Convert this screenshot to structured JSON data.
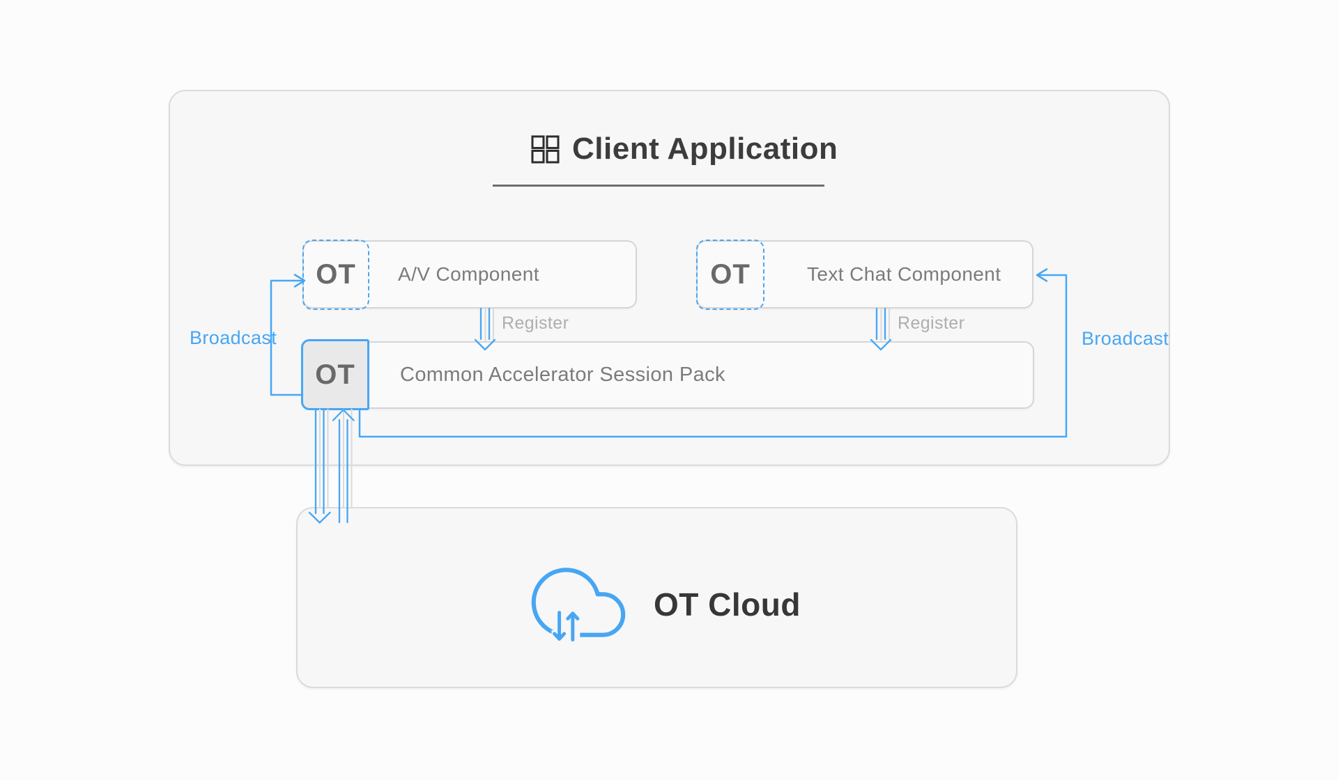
{
  "colors": {
    "accent_blue": "#47A6F3",
    "panel_fill": "#F7F7F8",
    "box_fill": "#FAFAFB",
    "ot_solid_fill": "#E9E9EA",
    "title_text": "#3C3C3C",
    "label_text": "#7B7B7B",
    "register_text": "#AEAEB1"
  },
  "client_panel": {
    "title": "Client Application",
    "title_icon": "grid-2x2-icon",
    "components": [
      {
        "badge": "OT",
        "label": "A/V Component"
      },
      {
        "badge": "OT",
        "label": "Text Chat Component"
      }
    ],
    "session_pack": {
      "badge": "OT",
      "label": "Common Accelerator Session Pack"
    },
    "register_labels": [
      "Register",
      "Register"
    ],
    "broadcast_labels": [
      "Broadcast",
      "Broadcast"
    ]
  },
  "cloud_panel": {
    "title": "OT Cloud",
    "icon": "cloud-sync-icon"
  }
}
